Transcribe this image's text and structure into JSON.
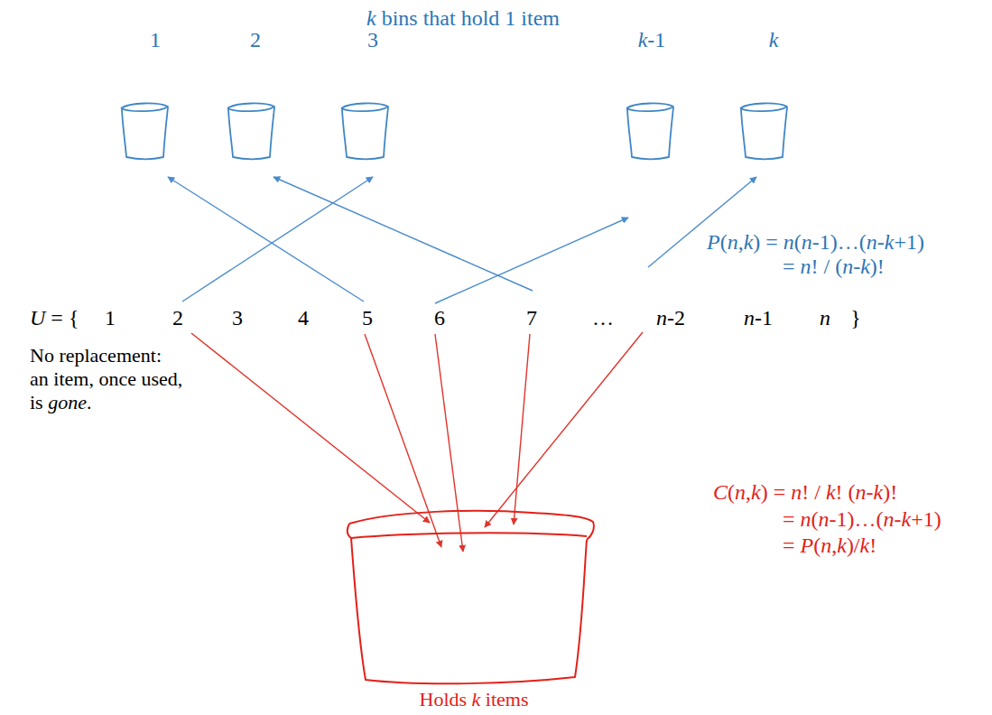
{
  "diagram": {
    "nodes": [
      {
        "text": [
          "1"
        ]
      },
      {
        "text": [
          "2"
        ]
      },
      {
        "text": [
          "3"
        ]
      },
      {
        "text": [
          "k-1"
        ]
      },
      {
        "text": [
          "k"
        ]
      },
      {
        "text": [
          "Holds k items"
        ]
      }
    ],
    "labels": [
      "k bins that hold 1 item",
      "U = {",
      "1",
      "2",
      "3",
      "4",
      "5",
      "6",
      "7",
      "…",
      "n-2",
      "n-1",
      "n",
      "}",
      "No replacement: an item, once used, is gone.",
      "P(n,k) = n(n-1)…(n-k+1)",
      "= n! / (n-k)!",
      "C(n,k) = n! / k! (n-k)!",
      "= n(n-1)…(n-k+1)",
      "= P(n,k)/k!"
    ]
  }
}
